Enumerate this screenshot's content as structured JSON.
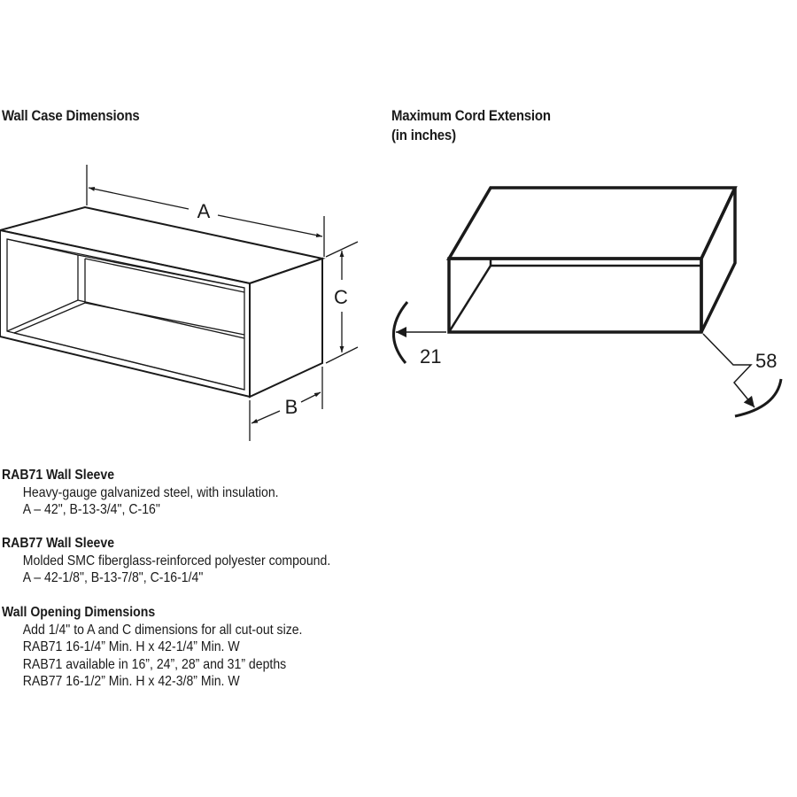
{
  "headings": {
    "wall_case": "Wall Case Dimensions",
    "cord_extension_line1": "Maximum Cord Extension",
    "cord_extension_line2": "(in inches)"
  },
  "diagram_labels": {
    "a": "A",
    "b": "B",
    "c": "C",
    "left_extension": "21",
    "right_extension": "58"
  },
  "specs": [
    {
      "title": "RAB71 Wall Sleeve",
      "lines": [
        "Heavy-gauge galvanized steel, with insulation.",
        "A – 42\", B-13-3/4\", C-16\""
      ]
    },
    {
      "title": "RAB77 Wall Sleeve",
      "lines": [
        "Molded SMC fiberglass-reinforced polyester compound.",
        "A – 42-1/8\", B-13-7/8\", C-16-1/4\""
      ]
    },
    {
      "title": "Wall Opening Dimensions",
      "lines": [
        "Add 1/4\" to A and C dimensions for all cut-out size.",
        "RAB71 16-1/4” Min. H x 42-1/4” Min. W",
        "RAB71 available in 16”, 24”, 28” and 31” depths",
        "RAB77 16-1/2” Min. H x 42-3/8” Min. W"
      ]
    }
  ],
  "colors": {
    "ink": "#1a1a1a",
    "background": "#ffffff"
  }
}
